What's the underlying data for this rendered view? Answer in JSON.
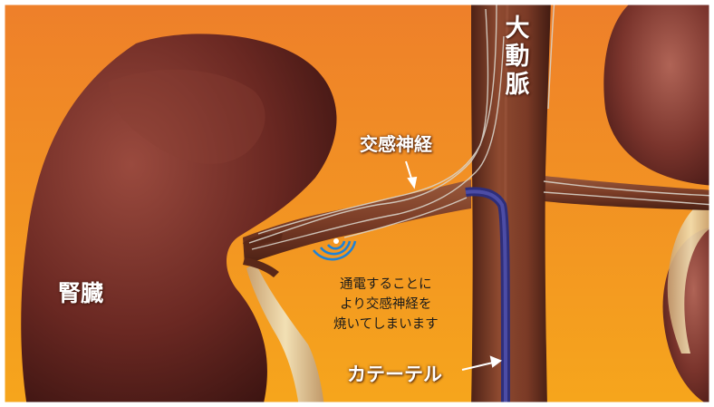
{
  "labels": {
    "aorta": "大動脈",
    "nerve": "交感神経",
    "kidney": "腎臓",
    "catheter": "カテーテル",
    "note_lines": [
      "通電することに",
      "より交感神経を",
      "焼いてしまいます"
    ]
  },
  "colors": {
    "background_top": "#f28a2c",
    "background_bottom": "#f5a31e",
    "kidney": "#6e2a24",
    "vessel": "#7a3a28",
    "catheter": "#3a3a8c",
    "ablation_rings": "#1e7fd0",
    "ureter": "#e8d2a0"
  }
}
